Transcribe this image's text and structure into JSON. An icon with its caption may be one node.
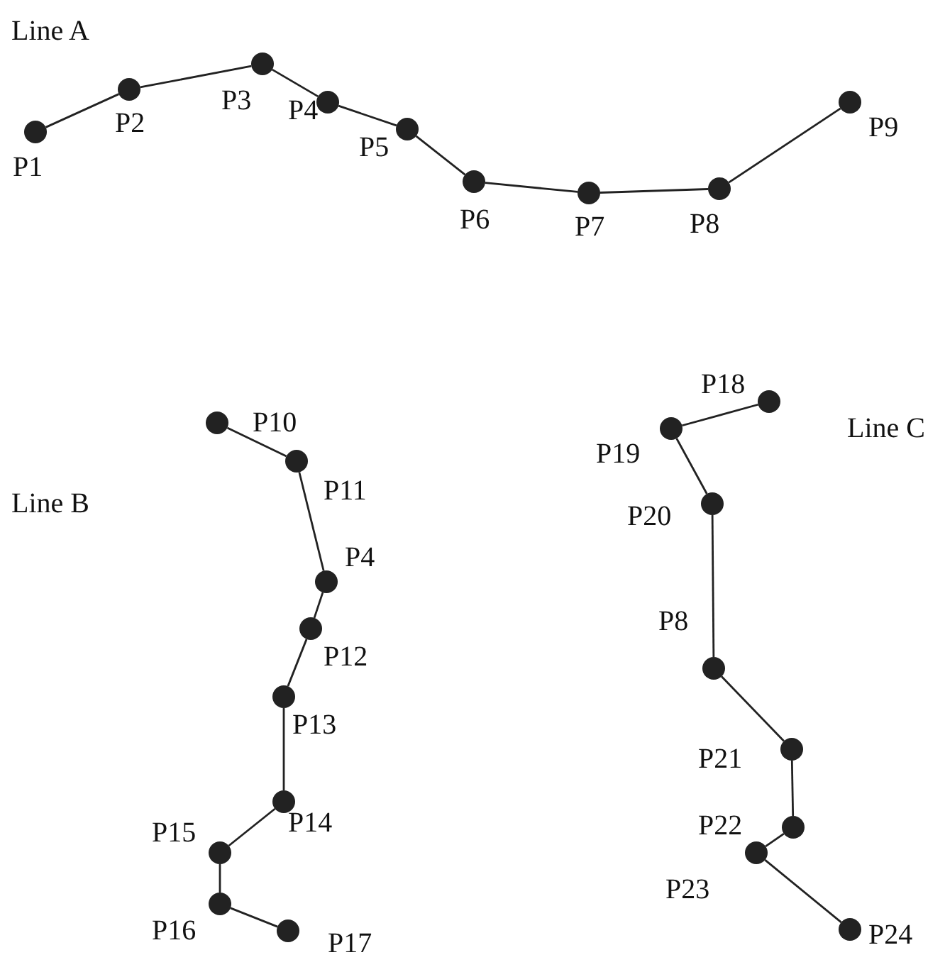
{
  "diagram": {
    "nodes": [
      {
        "text": [
          "P1"
        ]
      },
      {
        "text": [
          "P2"
        ]
      },
      {
        "text": [
          "P3"
        ]
      },
      {
        "text": [
          "P4"
        ]
      },
      {
        "text": [
          "P5"
        ]
      },
      {
        "text": [
          "P6"
        ]
      },
      {
        "text": [
          "P7"
        ]
      },
      {
        "text": [
          "P8"
        ]
      },
      {
        "text": [
          "P9"
        ]
      },
      {
        "text": [
          "P10"
        ]
      },
      {
        "text": [
          "P11"
        ]
      },
      {
        "text": [
          "P4"
        ]
      },
      {
        "text": [
          "P12"
        ]
      },
      {
        "text": [
          "P13"
        ]
      },
      {
        "text": [
          "P14"
        ]
      },
      {
        "text": [
          "P15"
        ]
      },
      {
        "text": [
          "P16"
        ]
      },
      {
        "text": [
          "P17"
        ]
      },
      {
        "text": [
          "P18"
        ]
      },
      {
        "text": [
          "P19"
        ]
      },
      {
        "text": [
          "P20"
        ]
      },
      {
        "text": [
          "P8"
        ]
      },
      {
        "text": [
          "P21"
        ]
      },
      {
        "text": [
          "P22"
        ]
      },
      {
        "text": [
          "P23"
        ]
      },
      {
        "text": [
          "P24"
        ]
      }
    ],
    "edges": [
      {
        "from": 0,
        "to": 1,
        "arrow": "none"
      },
      {
        "from": 1,
        "to": 2,
        "arrow": "none"
      },
      {
        "from": 2,
        "to": 3,
        "arrow": "none"
      },
      {
        "from": 3,
        "to": 4,
        "arrow": "none"
      },
      {
        "from": 4,
        "to": 5,
        "arrow": "none"
      },
      {
        "from": 5,
        "to": 6,
        "arrow": "none"
      },
      {
        "from": 6,
        "to": 7,
        "arrow": "none"
      },
      {
        "from": 7,
        "to": 8,
        "arrow": "none"
      },
      {
        "from": 9,
        "to": 10,
        "arrow": "none"
      },
      {
        "from": 10,
        "to": 11,
        "arrow": "none"
      },
      {
        "from": 11,
        "to": 12,
        "arrow": "none"
      },
      {
        "from": 12,
        "to": 13,
        "arrow": "none"
      },
      {
        "from": 13,
        "to": 14,
        "arrow": "none"
      },
      {
        "from": 14,
        "to": 15,
        "arrow": "none"
      },
      {
        "from": 15,
        "to": 16,
        "arrow": "none"
      },
      {
        "from": 16,
        "to": 17,
        "arrow": "none"
      },
      {
        "from": 18,
        "to": 19,
        "arrow": "none"
      },
      {
        "from": 19,
        "to": 20,
        "arrow": "none"
      },
      {
        "from": 20,
        "to": 21,
        "arrow": "none"
      },
      {
        "from": 21,
        "to": 22,
        "arrow": "none"
      },
      {
        "from": 22,
        "to": 23,
        "arrow": "none"
      },
      {
        "from": 23,
        "to": 24,
        "arrow": "none"
      },
      {
        "from": 24,
        "to": 25,
        "arrow": "none"
      }
    ],
    "labels": [
      "Line A",
      "Line B",
      "Line C"
    ]
  }
}
